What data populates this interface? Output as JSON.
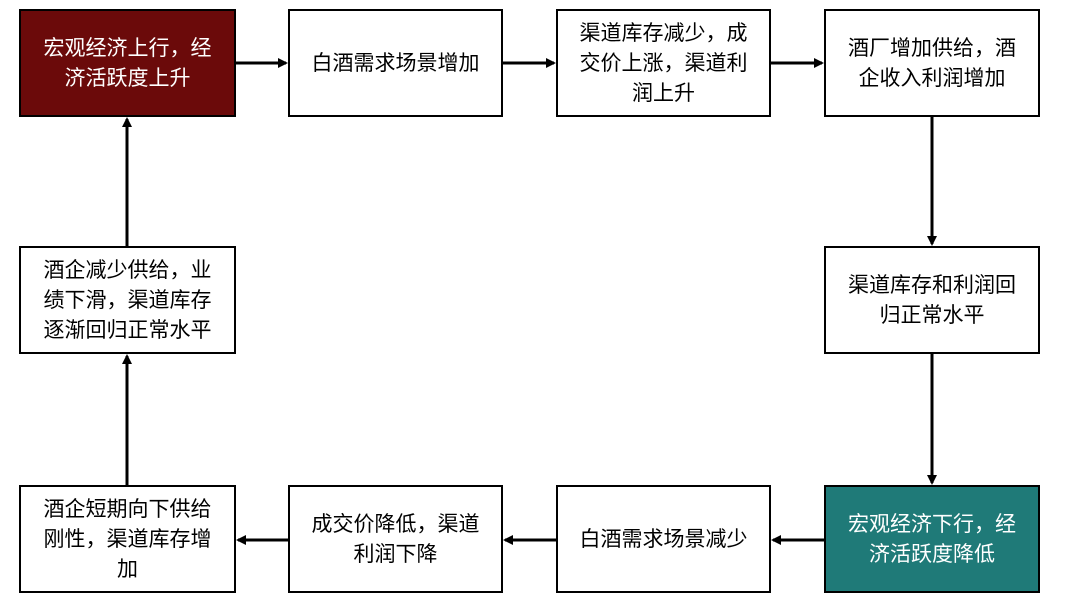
{
  "colors": {
    "start_node_fill": "#6b0a0a",
    "turn_node_fill": "#1f7a78",
    "border": "#000000",
    "text_dark": "#000000",
    "text_light": "#ffffff"
  },
  "nodes": {
    "n1": "宏观经济上行，经济活跃度上升",
    "n2": "白酒需求场景增加",
    "n3": "渠道库存减少，成交价上涨，渠道利润上升",
    "n4": "酒厂增加供给，酒企收入利润增加",
    "n5": "渠道库存和利润回归正常水平",
    "n6": "宏观经济下行，经济活跃度降低",
    "n7": "白酒需求场景减少",
    "n8": "成交价降低，渠道利润下降",
    "n9": "酒企短期向下供给刚性，渠道库存增加",
    "n10": "酒企减少供给，业绩下滑，渠道库存逐渐回归正常水平"
  }
}
